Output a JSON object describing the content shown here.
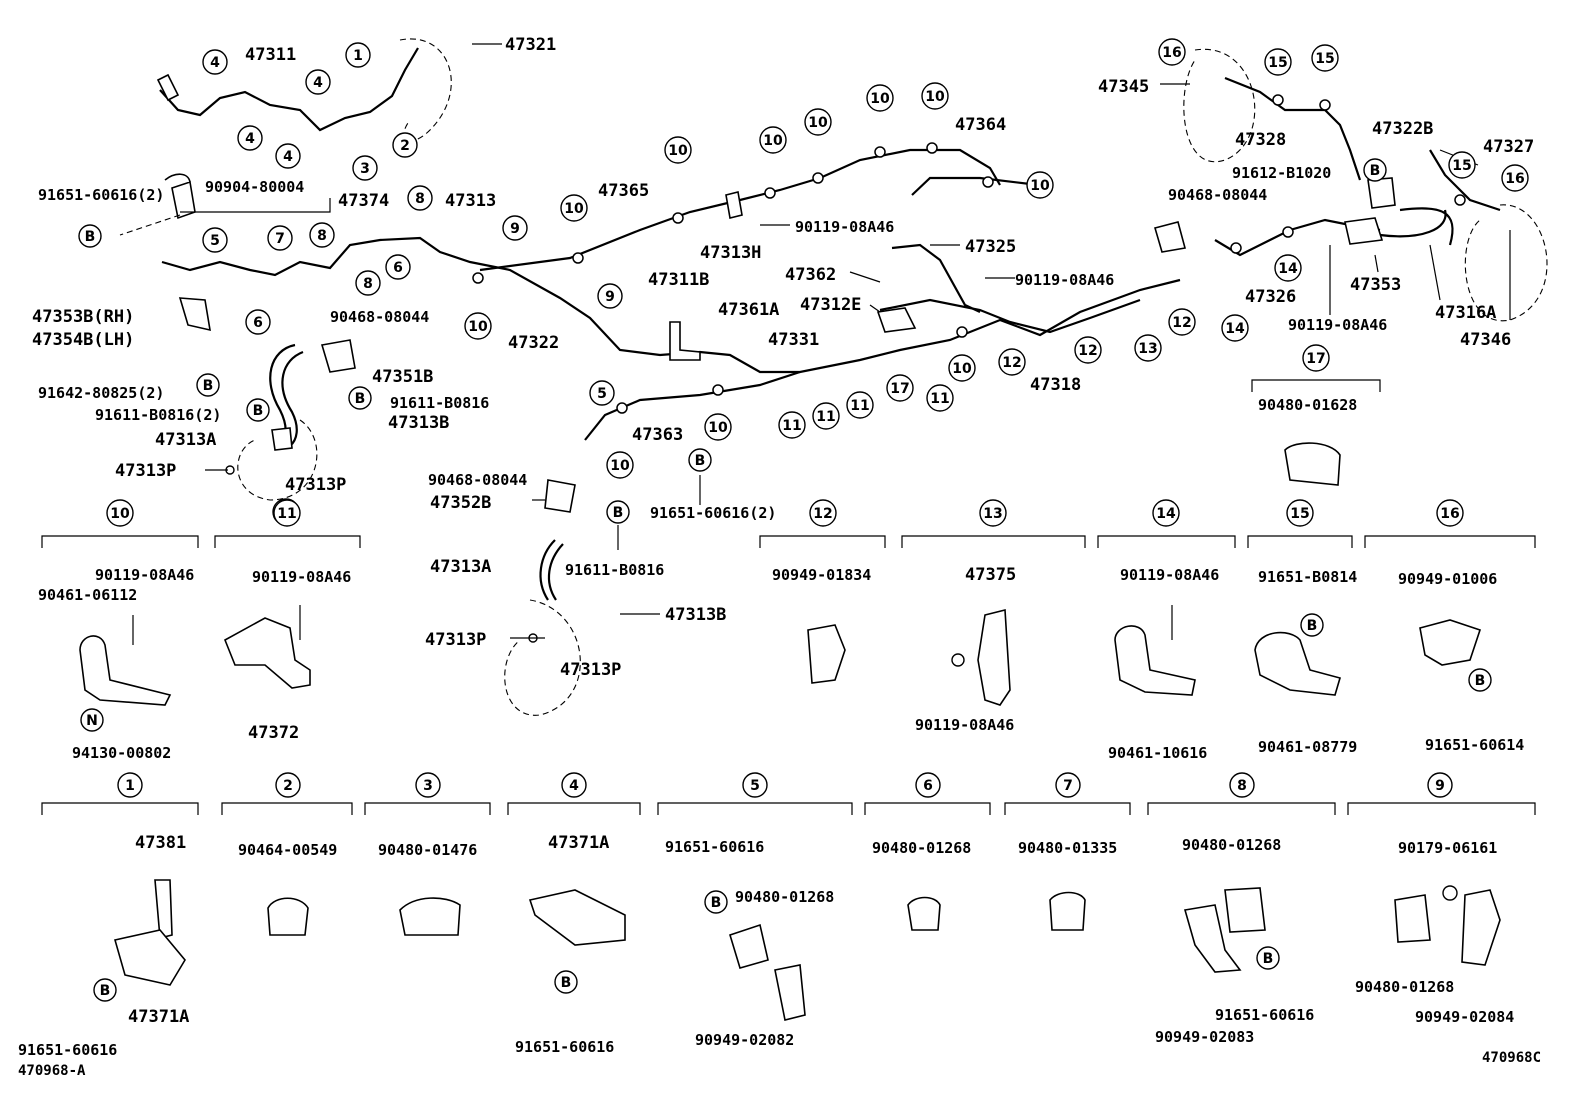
{
  "diagram": {
    "title_code_left": "470968-A",
    "title_code_right": "470968C",
    "top_labels": [
      {
        "id": "t47311",
        "text": "47311"
      },
      {
        "id": "t47321",
        "text": "47321"
      },
      {
        "id": "t91651a",
        "text": "91651-60616(2)"
      },
      {
        "id": "t90904",
        "text": "90904-80004"
      },
      {
        "id": "t47374",
        "text": "47374"
      },
      {
        "id": "t47313",
        "text": "47313"
      },
      {
        "id": "t47353b",
        "text": "47353B(RH)"
      },
      {
        "id": "t47354b",
        "text": "47354B(LH)"
      },
      {
        "id": "t90468a",
        "text": "90468-08044"
      },
      {
        "id": "t47351b",
        "text": "47351B"
      },
      {
        "id": "t91642",
        "text": "91642-80825(2)"
      },
      {
        "id": "t91611a",
        "text": "91611-B0816(2)"
      },
      {
        "id": "t91611b",
        "text": "91611-B0816"
      },
      {
        "id": "t47313a1",
        "text": "47313A"
      },
      {
        "id": "t47313b1",
        "text": "47313B"
      },
      {
        "id": "t47313p1",
        "text": "47313P"
      },
      {
        "id": "t47313p2",
        "text": "47313P"
      },
      {
        "id": "t47365",
        "text": "47365"
      },
      {
        "id": "t47313h",
        "text": "47313H"
      },
      {
        "id": "t90119a",
        "text": "90119-08A46"
      },
      {
        "id": "t47364",
        "text": "47364"
      },
      {
        "id": "t47322",
        "text": "47322"
      },
      {
        "id": "t47311b",
        "text": "47311B"
      },
      {
        "id": "t47361a",
        "text": "47361A"
      },
      {
        "id": "t47331",
        "text": "47331"
      },
      {
        "id": "t47312e",
        "text": "47312E"
      },
      {
        "id": "t47362",
        "text": "47362"
      },
      {
        "id": "t47325",
        "text": "47325"
      },
      {
        "id": "t90119b",
        "text": "90119-08A46"
      },
      {
        "id": "t47318",
        "text": "47318"
      },
      {
        "id": "t47363",
        "text": "47363"
      },
      {
        "id": "t90468b",
        "text": "90468-08044"
      },
      {
        "id": "t47352b",
        "text": "47352B"
      },
      {
        "id": "t91651b",
        "text": "91651-60616(2)"
      },
      {
        "id": "t47313a2",
        "text": "47313A"
      },
      {
        "id": "t91611c",
        "text": "91611-B0816"
      },
      {
        "id": "t47313b2",
        "text": "47313B"
      },
      {
        "id": "t47313p3",
        "text": "47313P"
      },
      {
        "id": "t47313p4",
        "text": "47313P"
      },
      {
        "id": "t47345",
        "text": "47345"
      },
      {
        "id": "t47328",
        "text": "47328"
      },
      {
        "id": "t47322b",
        "text": "47322B"
      },
      {
        "id": "t47327",
        "text": "47327"
      },
      {
        "id": "t91612",
        "text": "91612-B1020"
      },
      {
        "id": "t90468c",
        "text": "90468-08044"
      },
      {
        "id": "t47326",
        "text": "47326"
      },
      {
        "id": "t47353",
        "text": "47353"
      },
      {
        "id": "t47316a",
        "text": "47316A"
      },
      {
        "id": "t47346",
        "text": "47346"
      },
      {
        "id": "t90119c",
        "text": "90119-08A46"
      }
    ],
    "detail_groups": [
      {
        "num": "10",
        "labels": [
          "90119-08A46",
          "90461-06112",
          "94130-00802"
        ]
      },
      {
        "num": "11",
        "labels": [
          "90119-08A46",
          "47372"
        ]
      },
      {
        "num": "12",
        "labels": [
          "90949-01834"
        ]
      },
      {
        "num": "13",
        "labels": [
          "47375",
          "90119-08A46"
        ]
      },
      {
        "num": "14",
        "labels": [
          "90119-08A46",
          "90461-10616"
        ]
      },
      {
        "num": "15",
        "labels": [
          "91651-B0814",
          "90461-08779"
        ]
      },
      {
        "num": "16",
        "labels": [
          "90949-01006",
          "91651-60614"
        ]
      },
      {
        "num": "17",
        "labels": [
          "90480-01628"
        ]
      },
      {
        "num": "1",
        "labels": [
          "47381",
          "91651-60616",
          "47371A"
        ]
      },
      {
        "num": "2",
        "labels": [
          "90464-00549"
        ]
      },
      {
        "num": "3",
        "labels": [
          "90480-01476"
        ]
      },
      {
        "num": "4",
        "labels": [
          "47371A",
          "91651-60616"
        ]
      },
      {
        "num": "5",
        "labels": [
          "91651-60616",
          "90480-01268",
          "90949-02082"
        ]
      },
      {
        "num": "6",
        "labels": [
          "90480-01268"
        ]
      },
      {
        "num": "7",
        "labels": [
          "90480-01335"
        ]
      },
      {
        "num": "8",
        "labels": [
          "90480-01268",
          "91651-60616",
          "90949-02083"
        ]
      },
      {
        "num": "9",
        "labels": [
          "90179-06161",
          "90480-01268",
          "90949-02084"
        ]
      }
    ],
    "callouts": {
      "b": "B",
      "n": "N",
      "n1": "1",
      "n2": "2",
      "n3": "3",
      "n4": "4",
      "n5": "5",
      "n6": "6",
      "n7": "7",
      "n8": "8",
      "n9": "9",
      "n10": "10",
      "n11": "11",
      "n12": "12",
      "n13": "13",
      "n14": "14",
      "n15": "15",
      "n16": "16",
      "n17": "17"
    }
  }
}
